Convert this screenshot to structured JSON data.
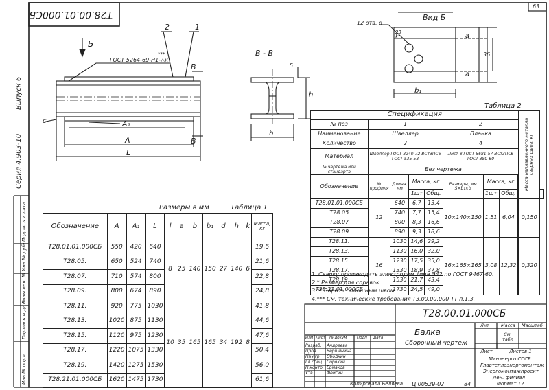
{
  "sheet": {
    "page_number": "63",
    "side_code": "Серия 4.903-10",
    "side_issue": "Выпуск 6",
    "side_signed": "Подпись и дата",
    "side_inv_dubl": "Инв.№ дубл.",
    "side_vzam": "Взам инв. №",
    "side_sign2": "Подпись и дата",
    "side_inv_podl": "Инв.№ подл.",
    "stamp_code": "Т28.00.01.000СБ"
  },
  "drawing": {
    "view_arrow": "Б",
    "leader_2": "2",
    "leader_1": "1",
    "weld_note": "ГОСТ 5264-69-Н1-△к",
    "weld_mark": "***",
    "dim_A1": "A₁",
    "dim_A": "A",
    "dim_L": "L",
    "dim_c": "c",
    "section_B": "B",
    "section_title": "B - B",
    "dim_h": "h",
    "dim_b": "b",
    "dim_5": "5",
    "view_title": "Вид Б",
    "holes_note": "12 отв. d",
    "dim_k": "k",
    "dim_a": "a",
    "dim_36": "36",
    "dim_b1": "b₁",
    "dim_23": "23"
  },
  "table1": {
    "caption_dims": "Размеры в мм",
    "caption": "Таблица 1",
    "headers": [
      "Обозначение",
      "A",
      "A₁",
      "L",
      "l",
      "a",
      "b",
      "b₁",
      "d",
      "h",
      "k",
      "Масса, кг"
    ],
    "rows": [
      [
        "Т28.01.01.000СБ",
        "550",
        "420",
        "640",
        "19,6"
      ],
      [
        "Т28.05.",
        "650",
        "524",
        "740",
        "21,6"
      ],
      [
        "Т28.07.",
        "710",
        "574",
        "800",
        "22,8"
      ],
      [
        "Т28.09.",
        "800",
        "674",
        "890",
        "24,8"
      ],
      [
        "Т28.11.",
        "920",
        "775",
        "1030",
        "41,8"
      ],
      [
        "Т28.13.",
        "1020",
        "875",
        "1130",
        "44,6"
      ],
      [
        "Т28.15.",
        "1120",
        "975",
        "1230",
        "47,6"
      ],
      [
        "Т28.17.",
        "1220",
        "1075",
        "1330",
        "50,4"
      ],
      [
        "Т28.19.",
        "1420",
        "1275",
        "1530",
        "56,0"
      ],
      [
        "Т28.21.01.000СБ",
        "1620",
        "1475",
        "1730",
        "61,6"
      ]
    ],
    "group1": {
      "l": "8",
      "a": "25",
      "b": "140",
      "b1": "150",
      "d": "27",
      "h": "140",
      "k": "6"
    },
    "group2": {
      "l": "10",
      "a": "35",
      "b": "165",
      "b1": "165",
      "d": "34",
      "h": "192",
      "k": "8"
    }
  },
  "table2": {
    "caption": "Таблица 2",
    "title": "Спецификация",
    "row_pos": "№ поз",
    "pos1": "1",
    "pos2": "2",
    "row_name": "Наименование",
    "name1": "Швеллер",
    "name2": "Планка",
    "row_qty": "Количество",
    "qty1": "2",
    "qty2": "4",
    "row_material": "Материал",
    "mat1": "Швеллер ГОСТ 8240-72 ВСт3ПС6 ГОСТ 535-58",
    "mat2": "Лист 8 ГОСТ 5681-57 ВСт3ПС6 ГОСТ 380-60",
    "row_drawing": "№ чертежа или стандарта",
    "no_drawing": "Без чертежа",
    "mass_weld": "Масса наплавленного металла сварных швов, кг",
    "h_designation": "Обозначение",
    "h_profile": "№ профиля",
    "h_length": "Длина, мм",
    "h_mass": "Масса, кг",
    "h_1pc": "1шт",
    "h_total": "Общ.",
    "h_size": "Размеры, мм S×b₁×b",
    "h_mass2": "Масса, кг",
    "rows": [
      [
        "Т28.01.01.000СБ",
        "640",
        "6,7",
        "13,4"
      ],
      [
        "Т28.05",
        "740",
        "7,7",
        "15,4"
      ],
      [
        "Т28.07",
        "800",
        "8,3",
        "16,6"
      ],
      [
        "Т28.09",
        "890",
        "9,3",
        "18,6"
      ],
      [
        "Т28.11.",
        "1030",
        "14,6",
        "29,2"
      ],
      [
        "Т28.13.",
        "1130",
        "16,0",
        "32,0"
      ],
      [
        "Т28.15.",
        "1230",
        "17,5",
        "35,0"
      ],
      [
        "Т28.17.",
        "1330",
        "18,9",
        "37,8"
      ],
      [
        "Т28.19.",
        "1530",
        "21,7",
        "43,4"
      ],
      [
        "Т28.21.01.000СБ",
        "1730",
        "24,5",
        "49,0"
      ]
    ],
    "group1": {
      "profile": "12",
      "size": "10×140×150",
      "m1": "1,51",
      "mt": "6,04",
      "weld": "0,150"
    },
    "group2": {
      "profile": "16",
      "size": "16×165×165",
      "m1": "3,08",
      "mt": "12,32",
      "weld": "0,320"
    }
  },
  "notes": [
    "1. Сварку производить электродом типа Э42 по ГОСТ 9467-60.",
    "2.* Размер для справок.",
    "3.** Варить сплошным швом.",
    "4.*** См. технические требования Т3.00.00.000 ТТ п.1.3."
  ],
  "stamp": {
    "code": "Т28.00.01.000СБ",
    "title": "Балка",
    "subtitle": "Сборочный чертеж",
    "lit": "Лит",
    "mass": "Масса",
    "scale": "Масштаб",
    "mass_value": "См. табл",
    "sheet": "Лист",
    "sheets": "Листов 1",
    "org1": "Минэнерго СССР",
    "org2": "Главтеплоэнергомонтаж",
    "org3": "Энергомонтажпроект",
    "org4": "Лен. филиал",
    "col_izm": "Изм",
    "col_list": "Лист",
    "col_doc": "№ докум",
    "col_sign": "Подп",
    "col_date": "Дата",
    "roles": [
      "Разраб.",
      "Пров.",
      "Нач.гр.",
      "Гл.спец.",
      "Н.контр.",
      "Утв."
    ],
    "names": [
      "Андреева",
      "Вершинина",
      "Ободкин",
      "Сорокин",
      "Ермаков",
      "Фейгин"
    ],
    "copied": "Копировала Беляева",
    "number": "Ц 00529-02",
    "num84": "84",
    "format": "Формат 12"
  }
}
